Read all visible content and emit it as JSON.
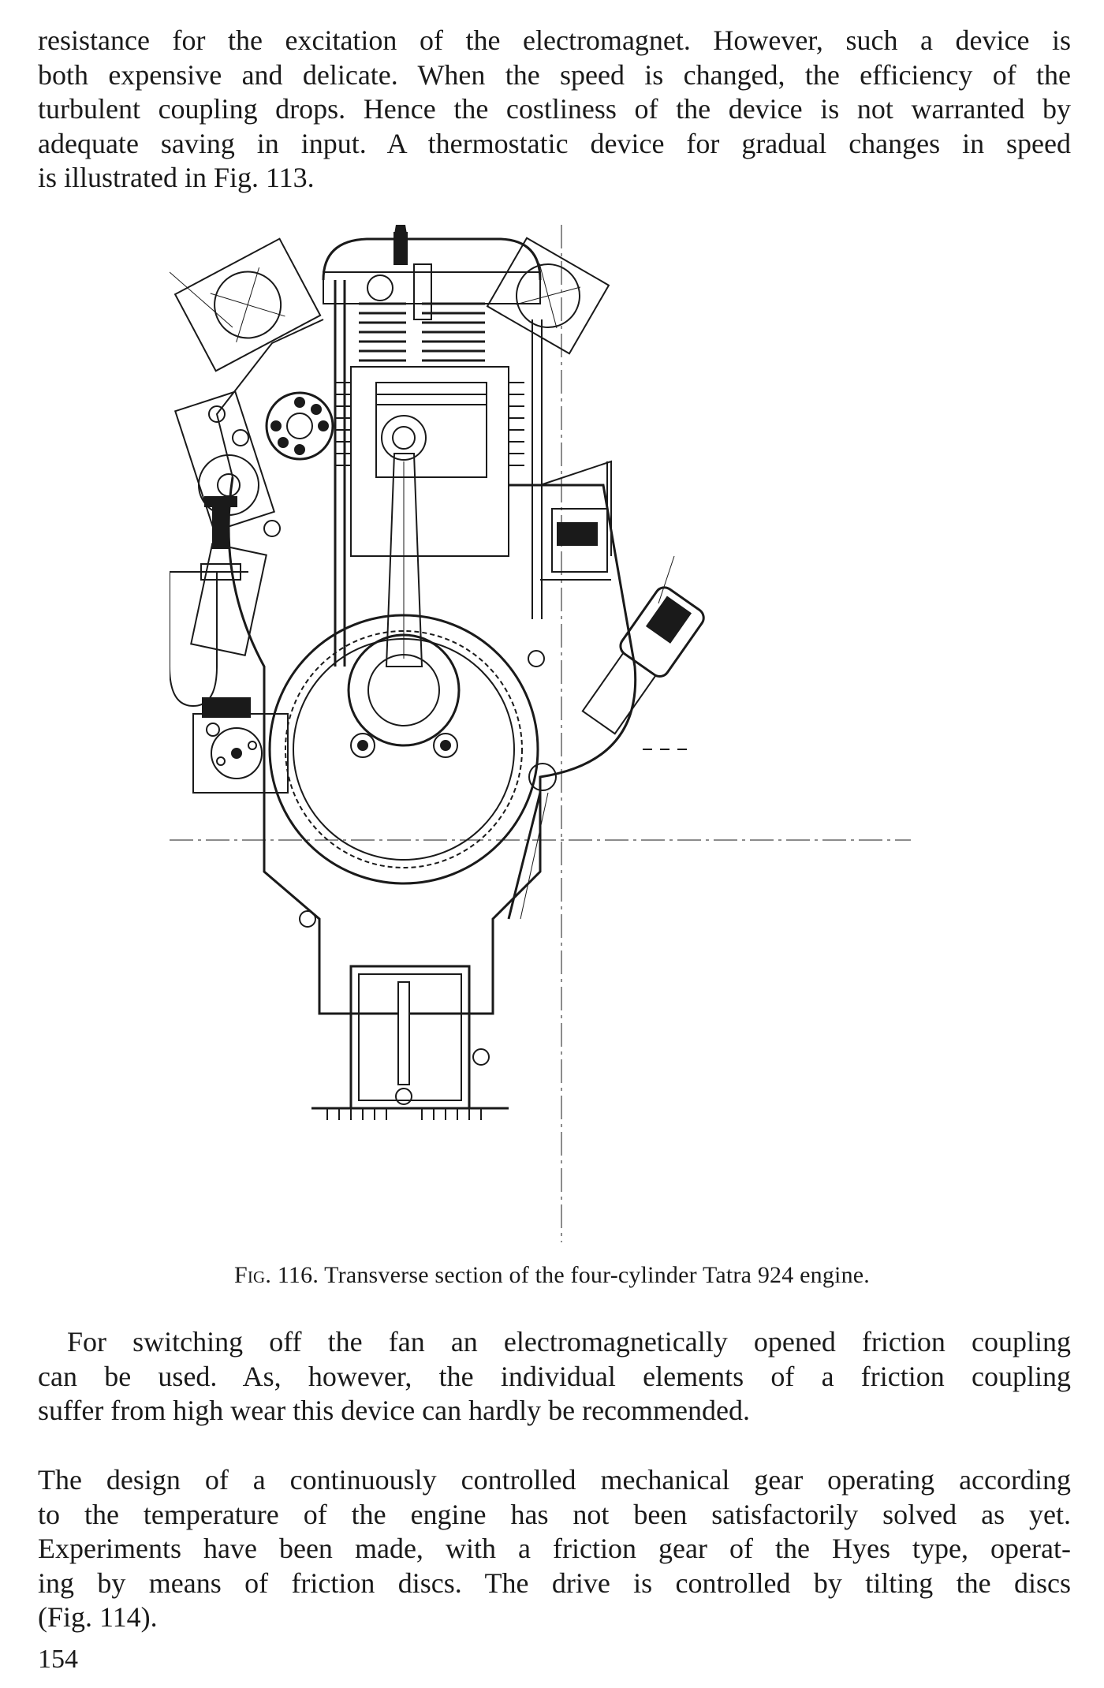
{
  "paragraphs": {
    "p1": [
      "resistance for the excitation of the electromagnet. However, such a device is",
      "both expensive and delicate. When the speed is changed, the efficiency of the",
      "turbulent coupling drops. Hence the costliness of the device is not warranted by",
      "adequate saving in input. A thermostatic device for gradual changes in speed",
      "is illustrated in Fig. 113."
    ],
    "p2": [
      "For switching off the fan an electromagnetically opened friction coupling",
      "can be used. As, however, the individual elements of a friction coupling",
      "suffer from high wear this device can hardly be recommended."
    ],
    "p3": [
      "The design of a continuously controlled mechanical gear operating according",
      "to the temperature of the engine has not been satisfactorily solved as yet.",
      "Experiments have been made, with a friction gear of the Hyes type, operat-",
      "ing by means of friction discs. The drive is controlled by tilting the discs",
      "(Fig. 114)."
    ]
  },
  "figure": {
    "caption_label": "Fig. 116.",
    "caption_text": " Transverse section of the four-cylinder Tatra 924 engine."
  },
  "page_number": "154"
}
